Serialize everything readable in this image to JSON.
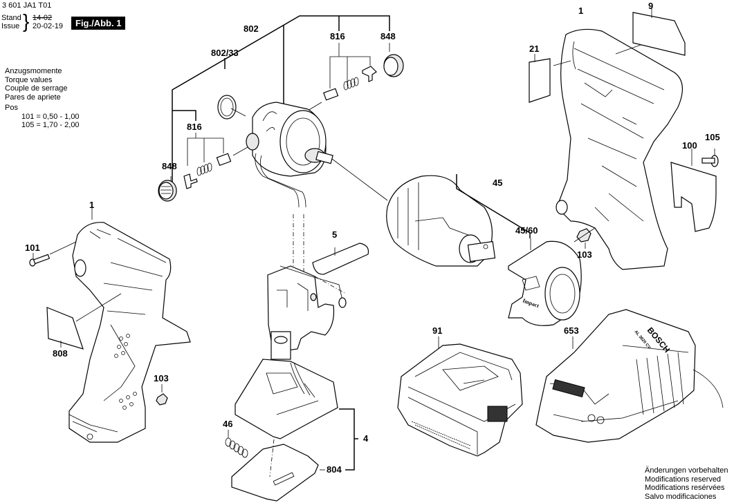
{
  "header": {
    "doc_number": "3 601 JA1 T01",
    "stand_label": "Stand",
    "issue_label": "Issue",
    "stand_value": "14-02",
    "issue_value": "20-02-19",
    "figure_badge": "Fig./Abb. 1"
  },
  "torque": {
    "titles": [
      "Anzugsmomente",
      "Torque values",
      "Couple de serrage",
      "Pares de apriete"
    ],
    "pos_label": "Pos",
    "rows": [
      {
        "pos": "101",
        "eq": "=",
        "min": "0,50",
        "dash": "-",
        "max": "1,00"
      },
      {
        "pos": "105",
        "eq": "=",
        "min": "1,70",
        "dash": "-",
        "max": "2,00"
      }
    ]
  },
  "parts": {
    "p802": "802",
    "p802_33": "802/33",
    "p816_top": "816",
    "p848_top": "848",
    "p816_left": "816",
    "p848_left": "848",
    "p1_right": "1",
    "p9": "9",
    "p21": "21",
    "p100": "100",
    "p105": "105",
    "p45": "45",
    "p45_60": "45/60",
    "p103_right": "103",
    "p1_left": "1",
    "p101": "101",
    "p808": "808",
    "p103_left": "103",
    "p5": "5",
    "p91": "91",
    "p653": "653",
    "p4": "4",
    "p46": "46",
    "p804": "804"
  },
  "nameplate_text": {
    "brand": "BOSCH",
    "charger_model": "AL 3620 CV",
    "cap_text": "Impact"
  },
  "notes": {
    "lines": [
      "Änderungen vorbehalten",
      "Modifications reserved",
      "Modifications resérvées",
      "Salvo modificaciones"
    ]
  }
}
